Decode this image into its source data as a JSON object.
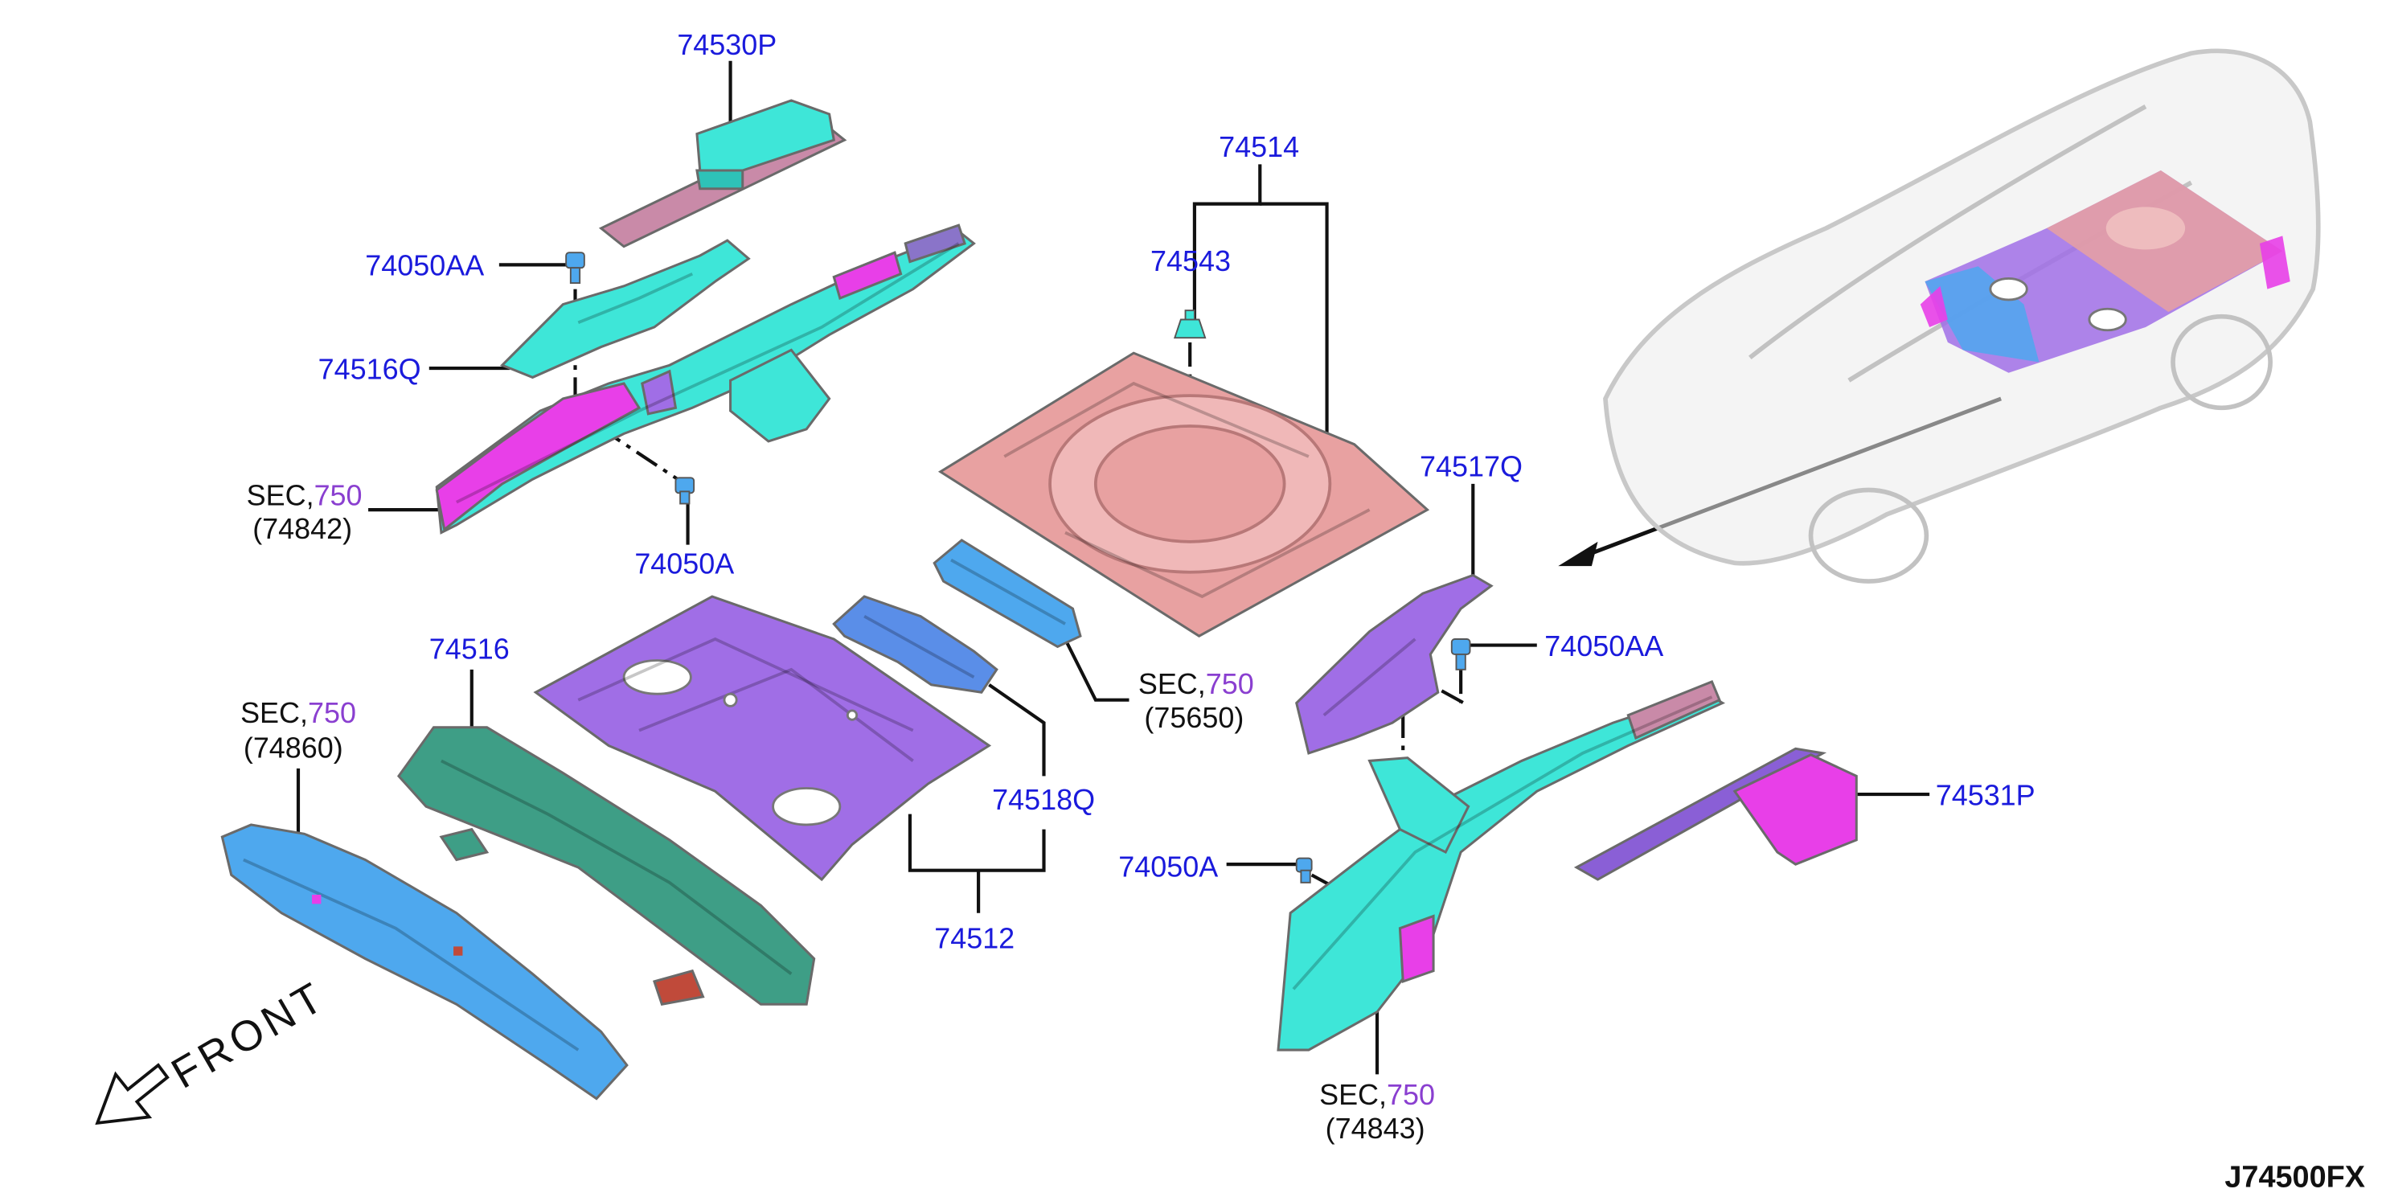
{
  "diagram_id": "J74500FX",
  "front_label": "FRONT",
  "colors": {
    "part_number": "#1a1adc",
    "sec_ref": "#8a3fd0",
    "cyan": "#3ee6d8",
    "magenta": "#e83fe8",
    "pink": "#e8a1a1",
    "purple": "#a06ee6",
    "blue": "#4ea8ee",
    "teal": "#3e9e86",
    "mauve": "#c98aa8"
  },
  "labels": {
    "p74530P": "74530P",
    "p74050AA_1": "74050AA",
    "p74516Q": "74516Q",
    "p74050A_1": "74050A",
    "p74514": "74514",
    "p74543": "74543",
    "p74517Q": "74517Q",
    "p74050AA_2": "74050AA",
    "p74531P": "74531P",
    "p74050A_2": "74050A",
    "p74516": "74516",
    "p74518Q": "74518Q",
    "p74512": "74512"
  },
  "sec_refs": [
    {
      "prefix": "SEC,",
      "num": "750",
      "sub": "(74842)"
    },
    {
      "prefix": "SEC,",
      "num": "750",
      "sub": "(74860)"
    },
    {
      "prefix": "SEC,",
      "num": "750",
      "sub": "(75650)"
    },
    {
      "prefix": "SEC,",
      "num": "750",
      "sub": "(74843)"
    }
  ],
  "icons": {
    "front_arrow": "arrow-down-left-icon",
    "vehicle": "suv-outline-icon",
    "clip": "clip-fastener-icon"
  }
}
